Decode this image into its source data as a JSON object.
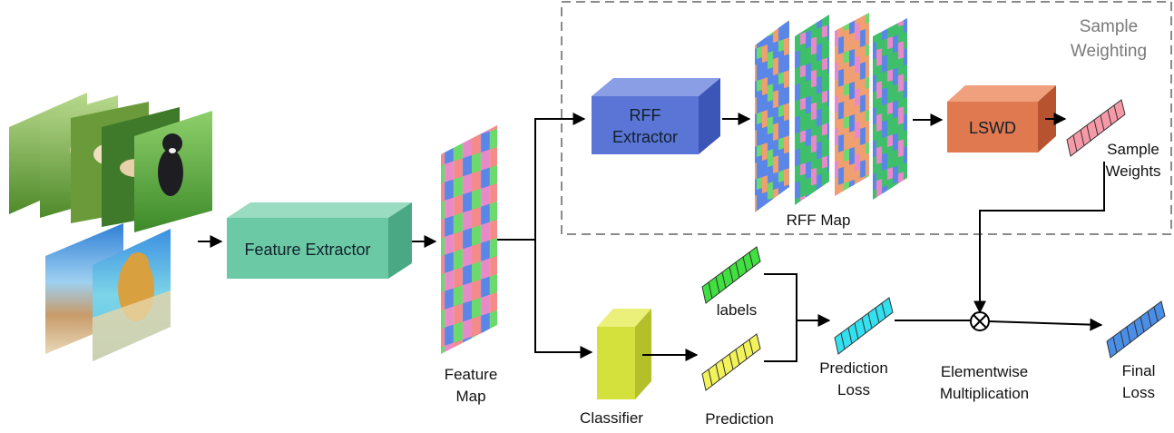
{
  "region": {
    "title_line1": "Sample",
    "title_line2": "Weighting"
  },
  "boxes": {
    "feature_extractor": "Feature Extractor",
    "rff_extractor_line1": "RFF",
    "rff_extractor_line2": "Extractor",
    "lswd": "LSWD"
  },
  "labels": {
    "feature_map_line1": "Feature",
    "feature_map_line2": "Map",
    "rff_map": "RFF Map",
    "sample_weights_line1": "Sample",
    "sample_weights_line2": "Weights",
    "labels": "labels",
    "classifier": "Classifier",
    "prediction": "Prediction",
    "prediction_loss_line1": "Prediction",
    "prediction_loss_line2": "Loss",
    "elementwise_line1": "Elementwise",
    "elementwise_line2": "Multiplication",
    "final_loss_line1": "Final",
    "final_loss_line2": "Loss"
  },
  "colors": {
    "feature_extractor": "#6cc9a6",
    "rff_extractor": "#5b75d6",
    "lswd": "#e07850",
    "classifier": "#d4e03c",
    "sample_weights_vec": "#f79aa8",
    "labels_vec": "#3fe03f",
    "prediction_vec": "#f2f25a",
    "prediction_loss_vec": "#33e0f0",
    "final_loss_vec": "#4a8ee8",
    "grid_palette": [
      "#f58a8a",
      "#5a86e8",
      "#6bd96b",
      "#e88ac8"
    ],
    "dashed_border": "#8a8a8a"
  },
  "icons": {
    "input_images": "dog-photo-stack-icon",
    "multiply": "circled-times-icon"
  }
}
